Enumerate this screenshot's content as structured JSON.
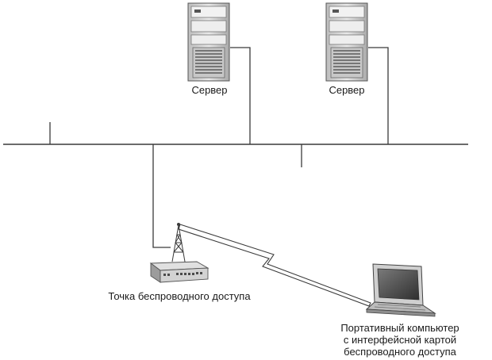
{
  "labels": {
    "server_1": "Сервер",
    "server_2": "Сервер",
    "access_point": "Точка беспроводного доступа",
    "laptop_line_1": "Портативный компьютер",
    "laptop_line_2": "с интерфейсной картой",
    "laptop_line_3": "беспроводного доступа"
  },
  "icons": {
    "server": "server-tower-icon",
    "access_point": "wireless-access-point-icon",
    "laptop": "laptop-icon",
    "link": "lightning-bolt-link-icon"
  },
  "colors": {
    "line": "#3a3a3a",
    "device_fill": "#d8d8d8",
    "device_dark": "#6e6e6e",
    "screen": "#4d4d4d"
  }
}
